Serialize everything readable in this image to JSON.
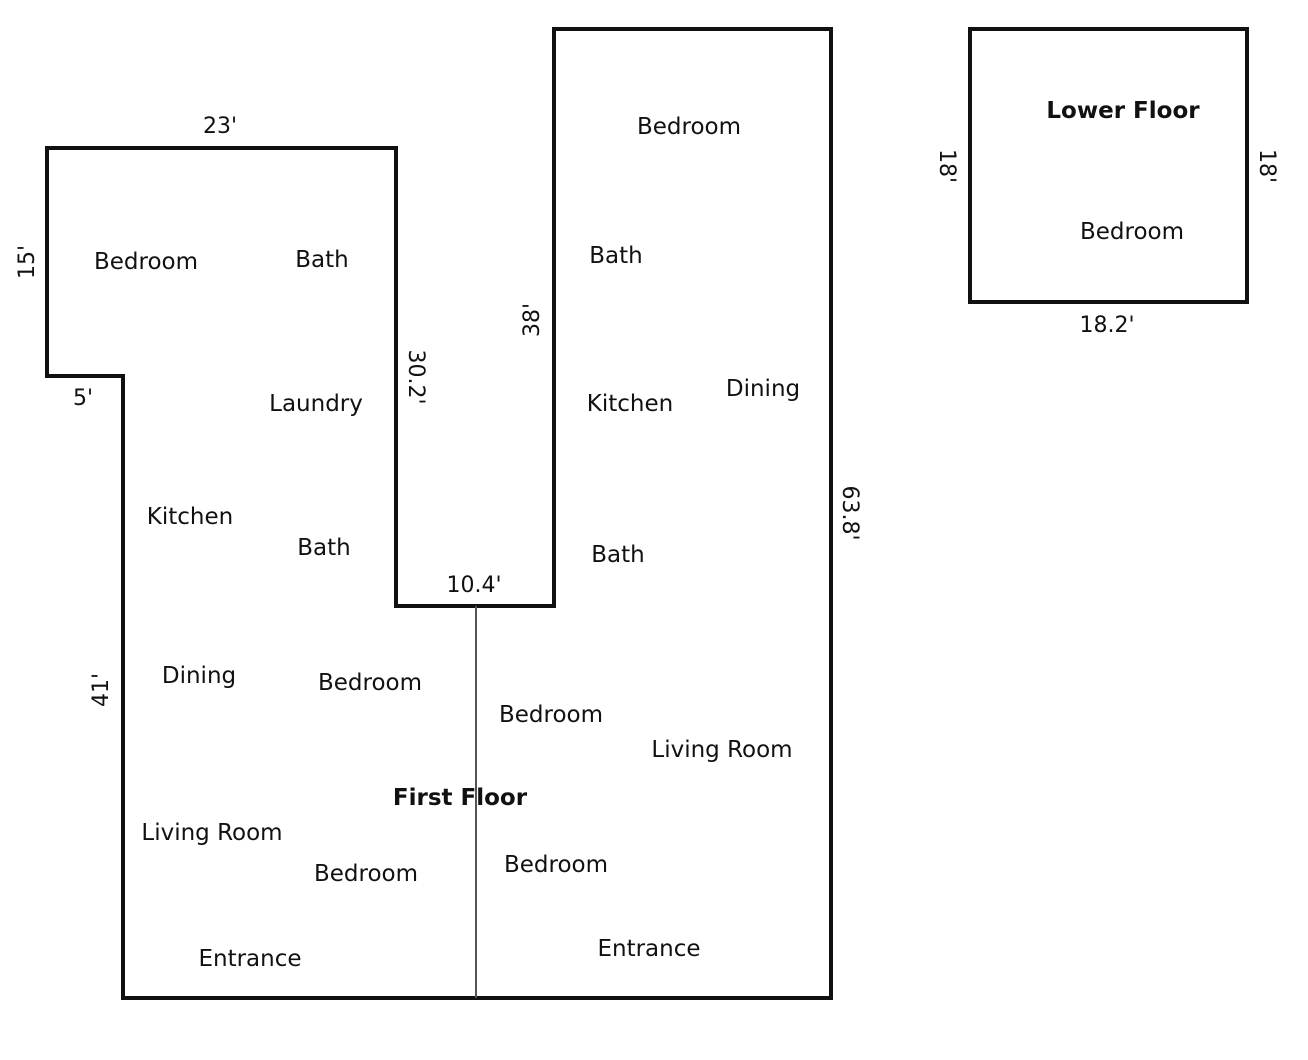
{
  "first_floor": {
    "title": "First Floor",
    "dimensions": {
      "top_width": "23'",
      "left_top_height": "15'",
      "notch_width": "5'",
      "left_lower_height": "41'",
      "inner_left_height": "30.2'",
      "inner_bottom_width": "10.4'",
      "inner_right_height": "38'",
      "right_height": "63.8'"
    },
    "rooms_left": {
      "bedroom_1": "Bedroom",
      "bath_1": "Bath",
      "laundry": "Laundry",
      "kitchen": "Kitchen",
      "bath_2": "Bath",
      "dining": "Dining",
      "bedroom_2": "Bedroom",
      "living_room": "Living Room",
      "bedroom_3": "Bedroom",
      "entrance": "Entrance"
    },
    "rooms_right": {
      "bedroom_1": "Bedroom",
      "bath_1": "Bath",
      "kitchen": "Kitchen",
      "dining": "Dining",
      "bath_2": "Bath",
      "bedroom_2": "Bedroom",
      "living_room": "Living Room",
      "bedroom_3": "Bedroom",
      "entrance": "Entrance"
    }
  },
  "lower_floor": {
    "title": "Lower Floor",
    "dimensions": {
      "left_height": "18'",
      "right_height": "18'",
      "bottom_width": "18.2'"
    },
    "rooms": {
      "bedroom": "Bedroom"
    }
  }
}
